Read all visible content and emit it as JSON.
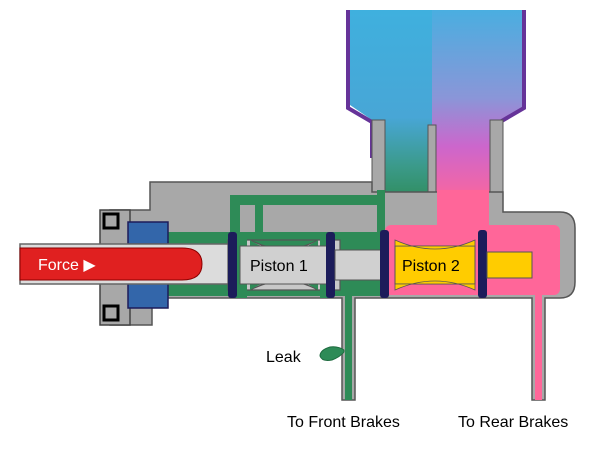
{
  "labels": {
    "force": "Force ▶",
    "piston1": "Piston 1",
    "piston2": "Piston 2",
    "leak": "Leak",
    "front_brakes": "To Front Brakes",
    "rear_brakes": "To Rear Brakes"
  },
  "colors": {
    "housing": "#a8a8a8",
    "outline": "#555555",
    "front_fluid": "#2e8b57",
    "rear_fluid": "#ff6699",
    "piston1_body": "#c8c8c8",
    "piston2_body": "#ffcc00",
    "seal": "#1c1c5a",
    "force_rod": "#e02020",
    "reservoir_blue": "#44aadd",
    "reservoir_purple": "#cc66cc",
    "reservoir_wall": "#663399",
    "inlet_seal": "#3366aa"
  }
}
